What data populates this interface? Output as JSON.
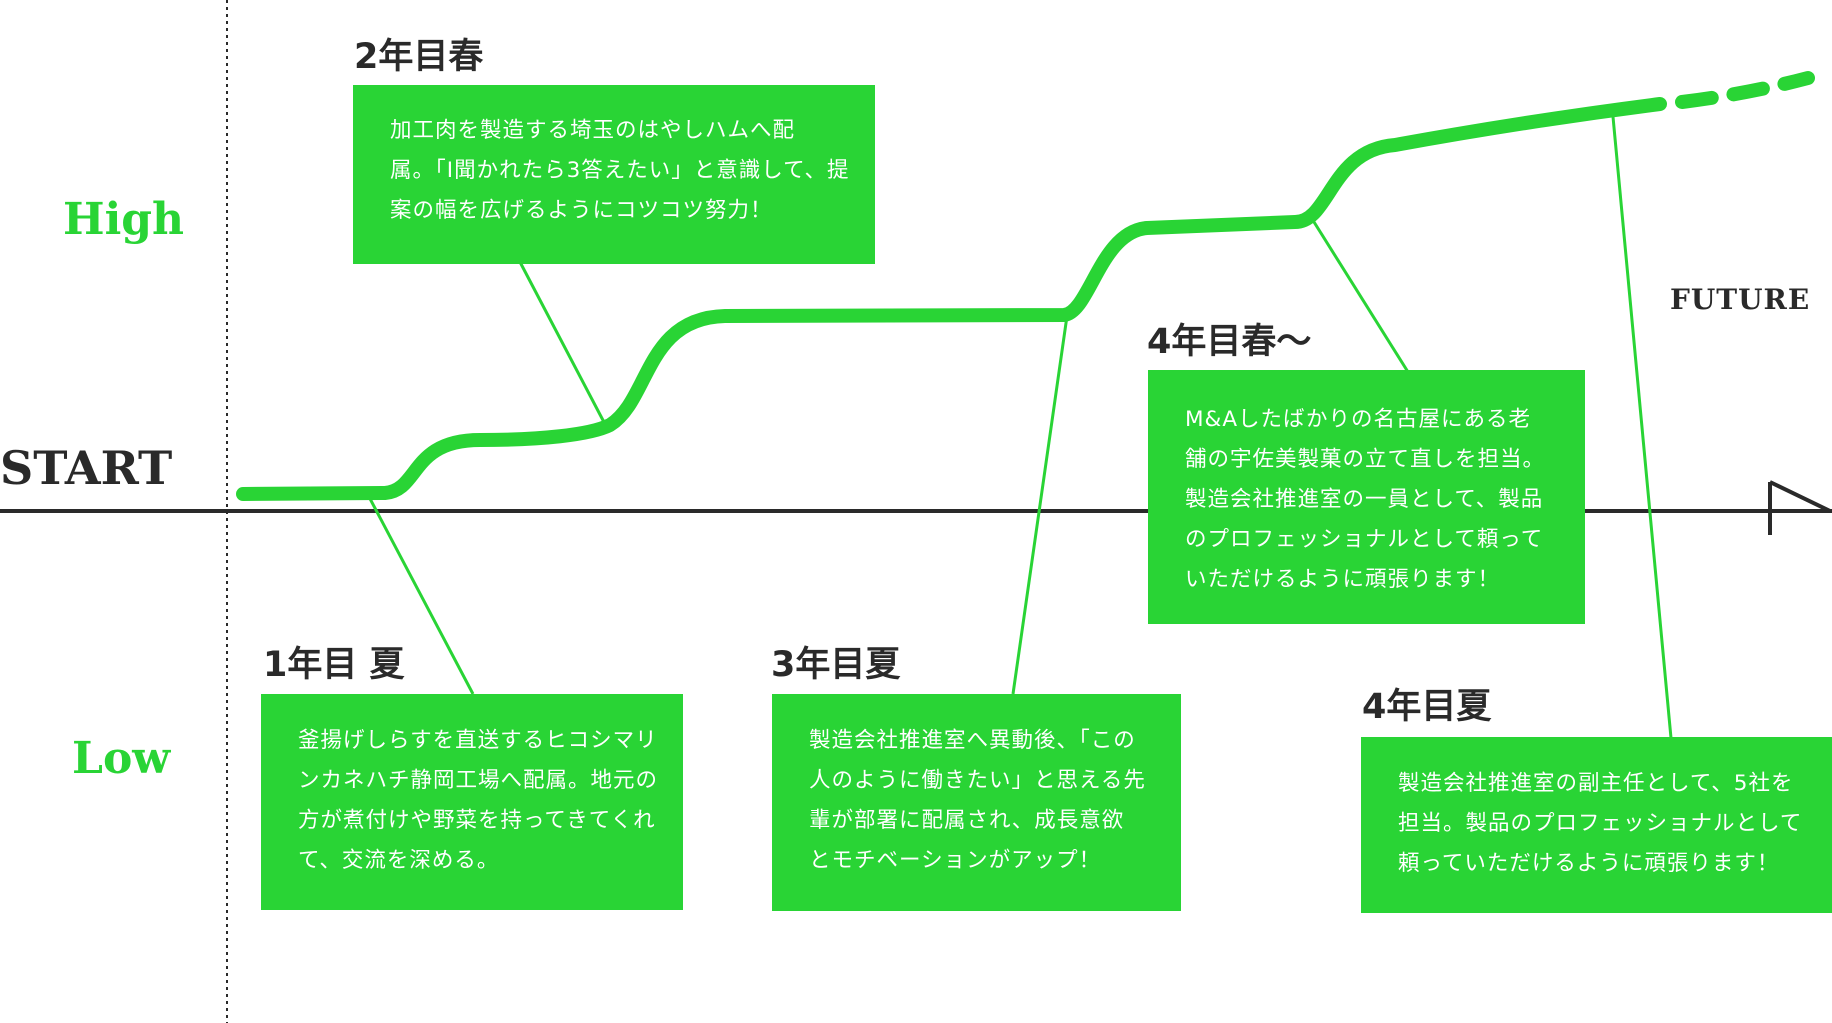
{
  "labels": {
    "high": "High",
    "low": "Low",
    "start": "START",
    "future": "FUTURE"
  },
  "milestones": [
    {
      "title": "1年目 夏",
      "lines": [
        "釜揚げしらすを直送するヒコシマリ",
        "ンカネハチ静岡工場へ配属。地元の",
        "方が煮付けや野菜を持ってきてくれ",
        "て、交流を深める。"
      ]
    },
    {
      "title": "2年目春",
      "lines": [
        "加工肉を製造する埼玉のはやしハムへ配",
        "属。「I聞かれたら3答えたい」と意識して、提",
        "案の幅を広げるようにコツコツ努力！"
      ]
    },
    {
      "title": "3年目夏",
      "lines": [
        "製造会社推進室へ異動後、「この",
        "人のように働きたい」と思える先",
        "輩が部署に配属され、成長意欲",
        "とモチベーションがアップ！"
      ]
    },
    {
      "title": "4年目春～",
      "lines": [
        "M&Aしたばかりの名古屋にある老",
        "舗の宇佐美製菓の立て直しを担当。",
        "製造会社推進室の一員として、製品",
        "のプロフェッショナルとして頼って",
        "いただけるように頑張ります！"
      ]
    },
    {
      "title": "4年目夏",
      "lines": [
        "製造会社推進室の副主任として、5社を",
        "担当。製品のプロフェッショナルとして",
        "頼っていただけるように頑張ります！"
      ]
    }
  ],
  "colors": {
    "accent": "#29d435",
    "axis": "#2a2a2a",
    "box_text": "#ffffff"
  }
}
